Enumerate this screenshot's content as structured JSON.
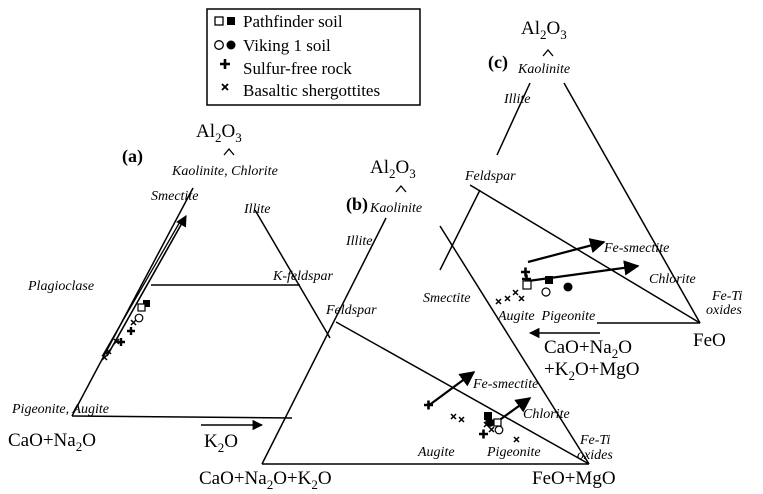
{
  "legend": {
    "items": [
      {
        "symbol": "□■",
        "label": "Pathfinder soil"
      },
      {
        "symbol": "○●",
        "label": "Viking 1 soil"
      },
      {
        "symbol": "+",
        "label": "Sulfur-free rock"
      },
      {
        "symbol": "×",
        "label": "Basaltic shergottites"
      }
    ]
  },
  "panel_a": {
    "tag": "(a)",
    "apex_main": "Al",
    "apex_sub1": "2",
    "apex_mid": "O",
    "apex_sub2": "3",
    "left_main": "CaO+Na",
    "left_sub": "2",
    "left_tail": "O",
    "axis_label": "K",
    "axis_sub": "2",
    "axis_tail": "O",
    "minerals": {
      "kaolinite_chlorite": "Kaolinite, Chlorite",
      "smectite": "Smectite",
      "illite": "Illite",
      "plagioclase": "Plagioclase",
      "k_feldspar": "K-feldspar",
      "pigeonite_augite": "Pigeonite, Augite"
    }
  },
  "panel_b": {
    "tag": "(b)",
    "apex_main": "Al",
    "apex_sub1": "2",
    "apex_mid": "O",
    "apex_sub2": "3",
    "bottom_left_p1": "CaO+Na",
    "bottom_left_s1": "2",
    "bottom_left_p2": "O+K",
    "bottom_left_s2": "2",
    "bottom_left_p3": "O",
    "bottom_right": "FeO+MgO",
    "minerals": {
      "kaolinite": "Kaolinite",
      "illite": "Illite",
      "feldspar": "Feldspar",
      "fe_smectite": "Fe-smectite",
      "chlorite": "Chlorite",
      "augite": "Augite",
      "pigeonite": "Pigeonite",
      "fe_ti_line1": "Fe-Ti",
      "fe_ti_line2": "oxides"
    }
  },
  "panel_c": {
    "tag": "(c)",
    "apex_main": "Al",
    "apex_sub1": "2",
    "apex_mid": "O",
    "apex_sub2": "3",
    "right_vertex": "FeO",
    "axis_line1_main": "CaO+Na",
    "axis_line1_sub": "2",
    "axis_line1_tail": "O",
    "axis_line2_main": "+K",
    "axis_line2_sub": "2",
    "axis_line2_tail": "O+MgO",
    "minerals": {
      "kaolinite": "Kaolinite",
      "illite": "Illite",
      "feldspar": "Feldspar",
      "smectite": "Smectite",
      "fe_smectite": "Fe-smectite",
      "chlorite": "Chlorite",
      "augite_pigeonite": "Augite  Pigeonite",
      "fe_ti_line1": "Fe-Ti",
      "fe_ti_line2": "oxides"
    }
  }
}
